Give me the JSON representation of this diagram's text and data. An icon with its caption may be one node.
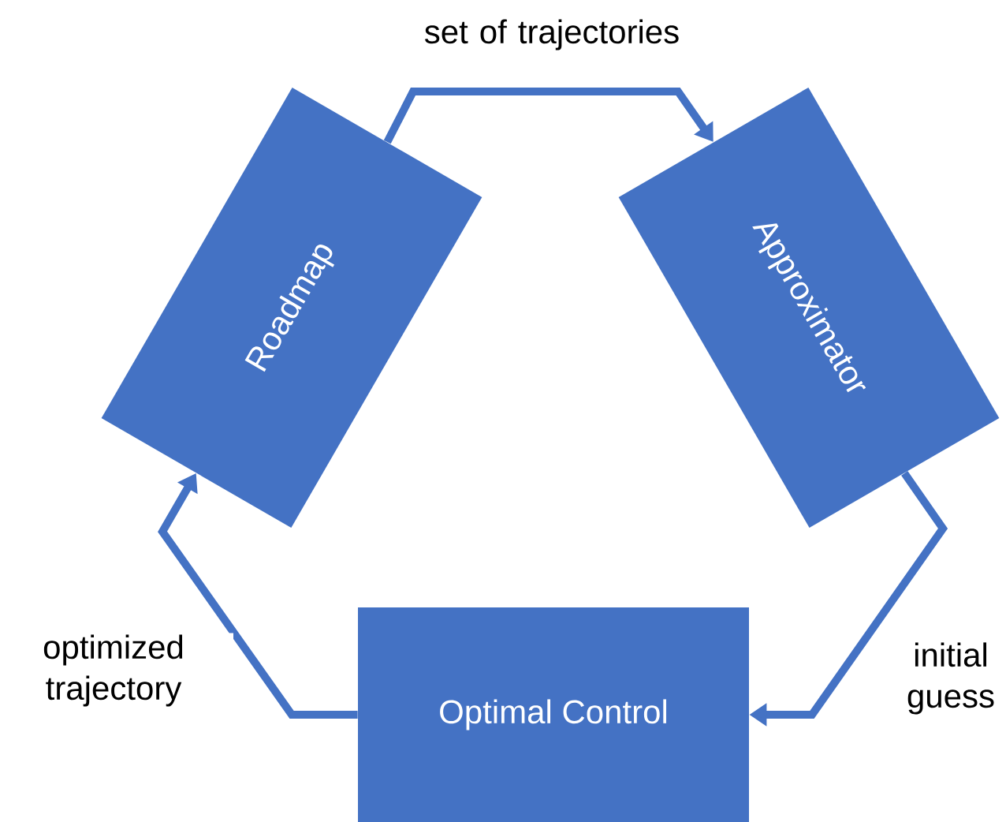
{
  "diagram": {
    "nodes": [
      {
        "text": [
          "Roadmap"
        ]
      },
      {
        "text": [
          "Approximator"
        ]
      },
      {
        "text": [
          "Optimal Control"
        ]
      }
    ],
    "edges": [
      {
        "from": 0,
        "to": 1,
        "arrow": "to",
        "label": "set of trajectories"
      },
      {
        "from": 1,
        "to": 2,
        "arrow": "to",
        "label": "initial guess"
      },
      {
        "from": 2,
        "to": 0,
        "arrow": "to",
        "label": "optimized trajectory"
      }
    ]
  }
}
